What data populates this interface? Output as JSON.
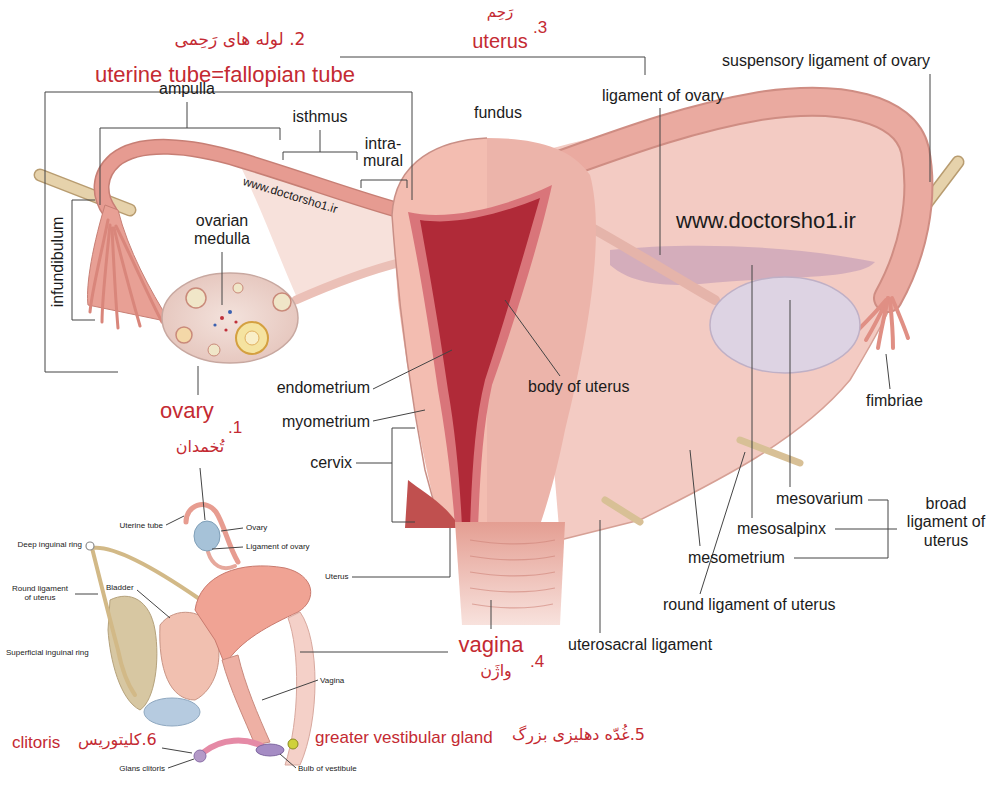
{
  "diagram": {
    "labels": [
      "2. لوله های رَحِمی",
      "uterine tube=fallopian tube",
      "رَحِم",
      "uterus",
      ".3",
      "ampulla",
      "isthmus",
      "intra- mural",
      "fundus",
      "suspensory ligament of ovary",
      "ligament of ovary",
      "infundibulum",
      "ovarian medulla",
      "www.doctorsho1.ir",
      "www.doctorsho1.ir",
      "endometrium",
      "body of uterus",
      "myometrium",
      "cervix",
      "fimbriae",
      "ovary",
      ".1",
      "تُخمدان",
      "mesovarium",
      "broad ligament of uterus",
      "mesosalpinx",
      "mesometrium",
      "round ligament of uterus",
      "uterosacral ligament",
      "vagina",
      ".4",
      "واژَن",
      "greater vestibular gland",
      "5.غُدّه دهلیزی بزرگ",
      "clitoris",
      "6.کلیتوریس",
      "Uterine tube",
      "Ovary",
      "Ligament of ovary",
      "Deep inguinal ring",
      "Round ligament of uterus",
      "Bladder",
      "Uterus",
      "Superficial inguinal ring",
      "Vagina",
      "Glans clitoris",
      "Bulb of vestibule"
    ]
  }
}
